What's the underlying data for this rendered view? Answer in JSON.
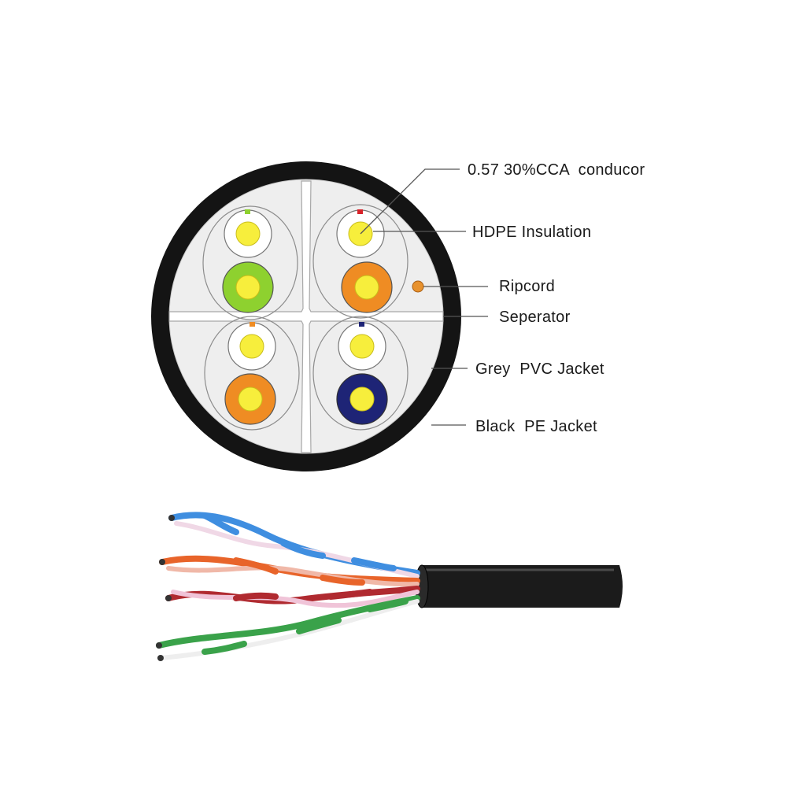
{
  "labels": {
    "conductor": "0.57 30%CCA  conducor",
    "insulation": "HDPE Insulation",
    "ripcord": "Ripcord",
    "separator": "Seperator",
    "inner_jacket": "Grey  PVC Jacket",
    "outer_jacket": "Black  PE Jacket"
  },
  "colors": {
    "outer_jacket": "#141414",
    "inner_jacket": "#eeeeee",
    "conductor": "#f7ee3c",
    "pair_green": "#8ed12f",
    "pair_orange": "#ef8c23",
    "pair_brown": "#ef8c23",
    "pair_blue": "#1e2476",
    "ripcord": "#e8922e",
    "wire_blue": "#3f8ee0",
    "wire_orange": "#e8642a",
    "wire_brown": "#b02a30",
    "wire_green": "#3aa24a",
    "wire_white": "#f0d8e6",
    "cable_sheath": "#1b1b1b"
  }
}
